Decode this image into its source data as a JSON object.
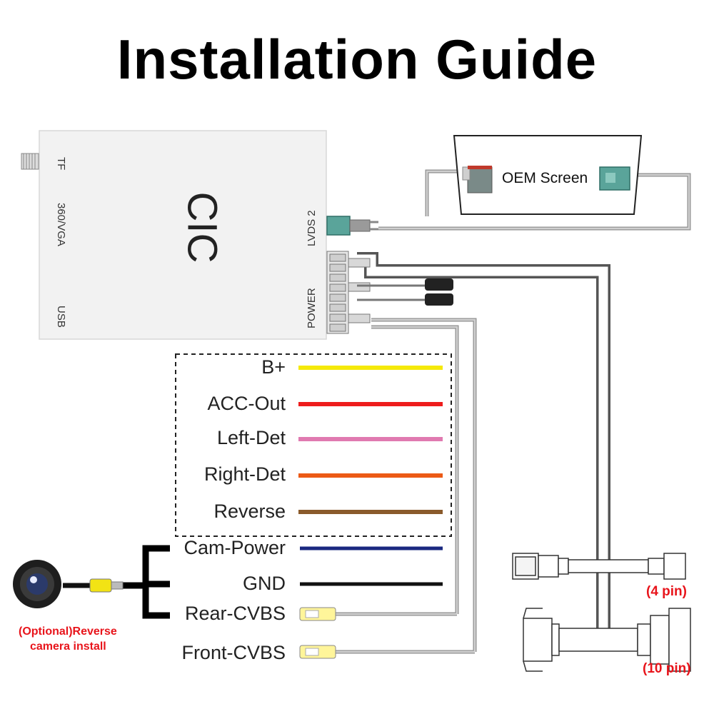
{
  "title": "Installation Guide",
  "module": {
    "name": "CIC",
    "ports_left": [
      "TF",
      "360/VGA",
      "USB"
    ],
    "ports_right": [
      "LVDS 2",
      "POWER"
    ]
  },
  "oem_screen_label": "OEM Screen",
  "wires": [
    {
      "label": "B+",
      "color": "#f5e90a"
    },
    {
      "label": "ACC-Out",
      "color": "#ee1c1c"
    },
    {
      "label": "Left-Det",
      "color": "#e07ab0"
    },
    {
      "label": "Right-Det",
      "color": "#ec5a16"
    },
    {
      "label": "Reverse",
      "color": "#8a5a2b"
    },
    {
      "label": "Cam-Power",
      "color": "#1a2880"
    },
    {
      "label": "GND",
      "color": "#111111"
    }
  ],
  "video_inputs": [
    "Rear-CVBS",
    "Front-CVBS"
  ],
  "camera_note": [
    "(Optional)Reverse",
    "camera install"
  ],
  "connectors": [
    "(4 pin)",
    "(10 pin)"
  ]
}
